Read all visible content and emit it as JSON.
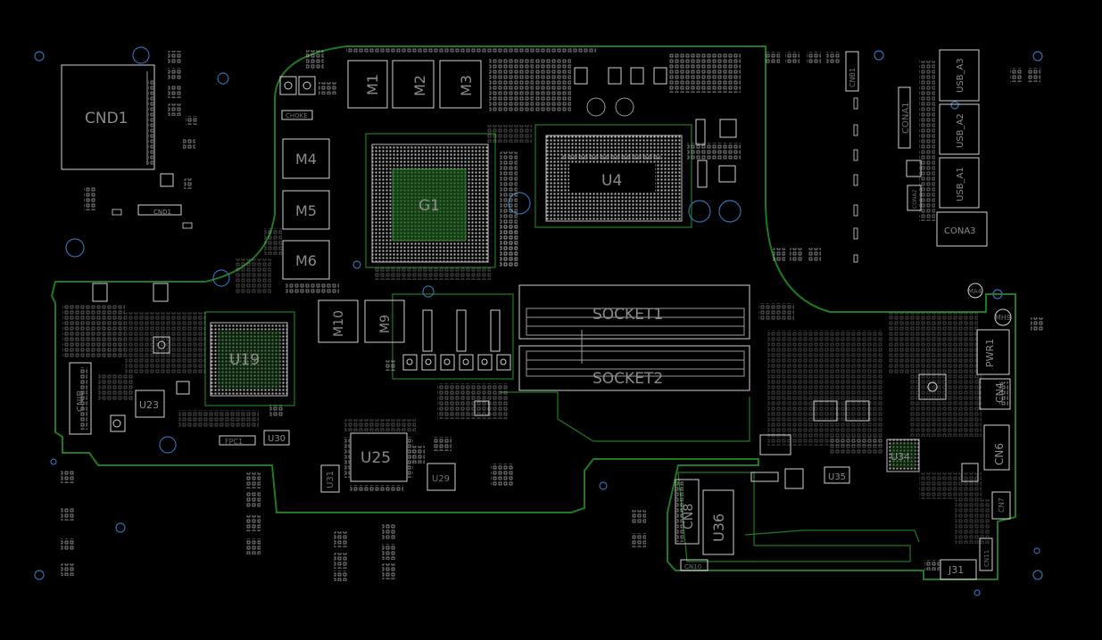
{
  "colors": {
    "background": "#000000",
    "board_outline": "#1f7a1f",
    "silkscreen": "#cfcfcf",
    "label": "#8a8a8a",
    "mount_hole": "#2f6fb0",
    "chip_fill": "#0e3a0e"
  },
  "components": {
    "cnd1": "CND1",
    "cnd1_small": "CND1",
    "m1": "M1",
    "m2": "M2",
    "m3": "M3",
    "m4": "M4",
    "m5": "M5",
    "m6": "M6",
    "m9": "M9",
    "m10": "M10",
    "g1": "G1",
    "u4": "U4",
    "u19": "U19",
    "u23": "U23",
    "u25": "U25",
    "u29": "U29",
    "u30": "U30",
    "u31": "U31",
    "u34": "U34",
    "u35": "U35",
    "u36": "U36",
    "socket1": "SOCKET1",
    "socket2": "SOCKET2",
    "usb_a1": "USB_A1",
    "usb_a2": "USB_A2",
    "usb_a3": "USB_A3",
    "cona1": "CONA1",
    "cona2": "CONA2",
    "cona3": "CONA3",
    "cnb1": "CNB1",
    "pwr1": "PWR1",
    "cn4": "CN4",
    "cn6": "CN6",
    "cn7": "CN7",
    "cn8": "CN8",
    "cn10": "CN10",
    "cn11": "CN11",
    "j31": "J31",
    "fpc1": "FPC1",
    "choke": "CHOKE",
    "mh9": "MH9",
    "ma4": "MA4",
    "cnib": "CNIB"
  }
}
